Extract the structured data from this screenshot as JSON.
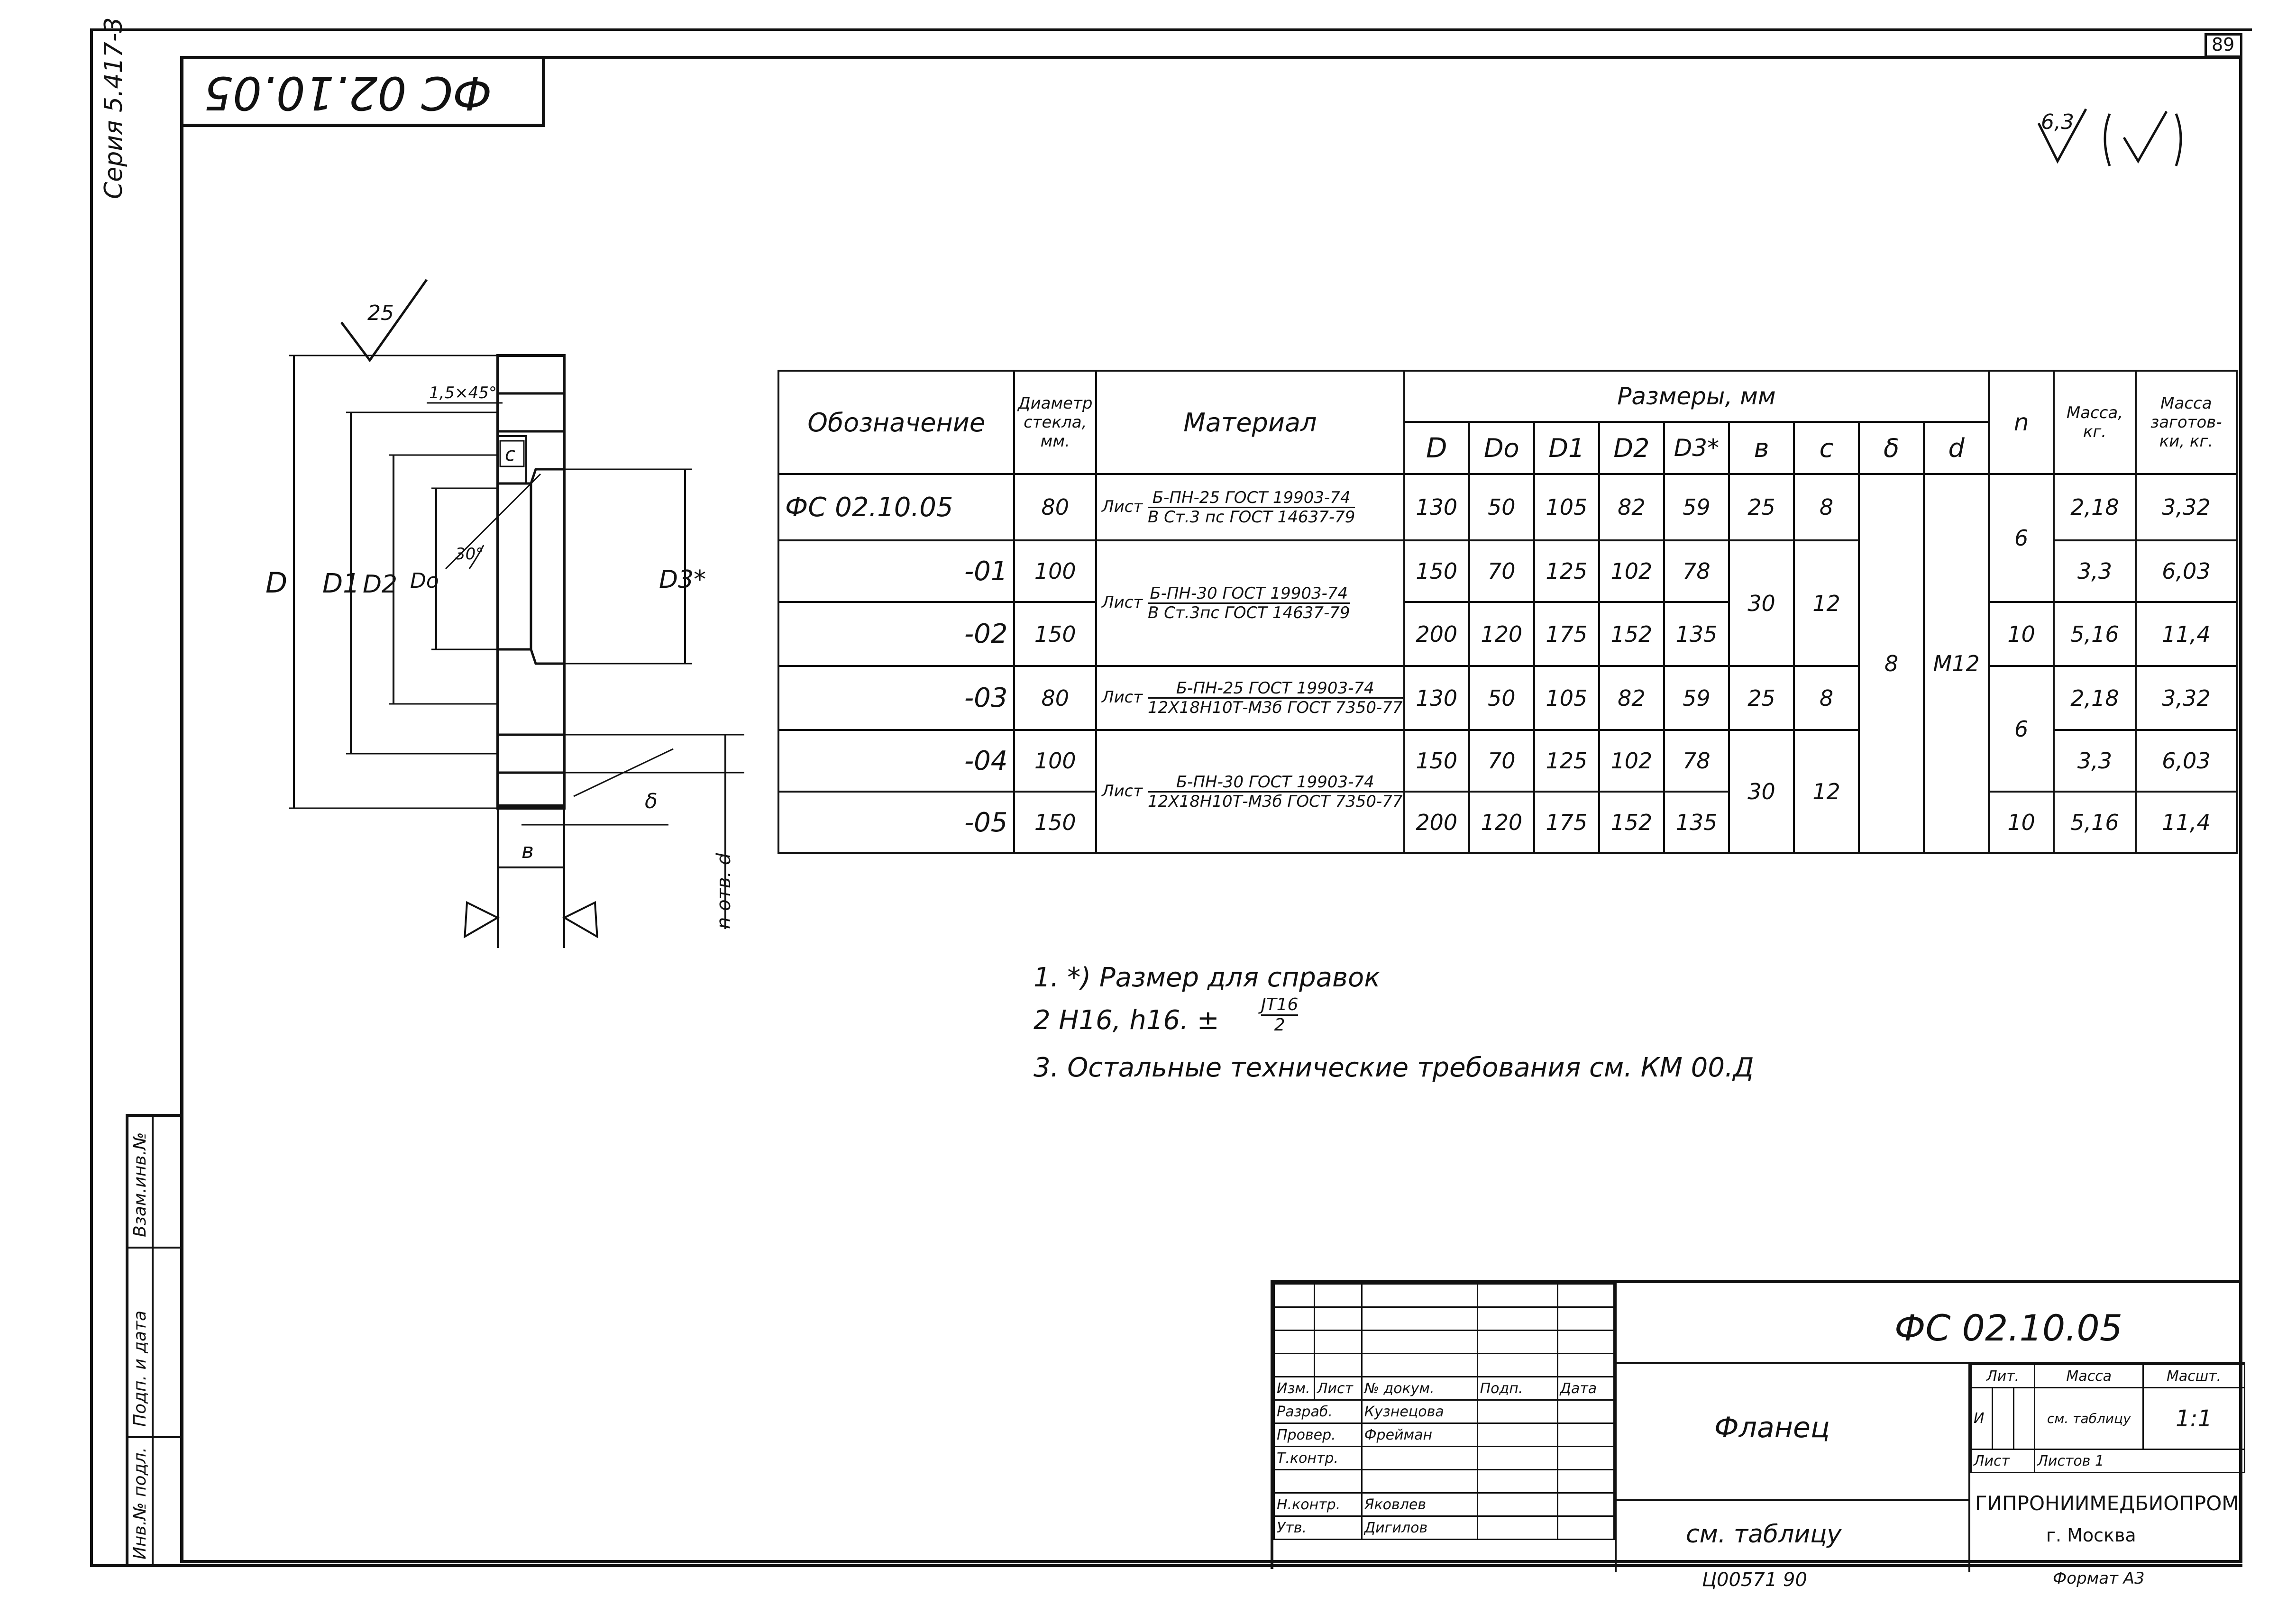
{
  "sheet": {
    "page_number": "89",
    "series": "Серия  5.417-3",
    "stamp_code_rotated": "ФС 02.10.05",
    "roughness_general": "6,3",
    "roughness_symbol": "(√)"
  },
  "left_margin_columns": [
    "Инв.№ подл.",
    "Подп. и дата",
    "Взам.инв.№"
  ],
  "drawing": {
    "roughness_surface": "25",
    "chamfer": "1,5×45°",
    "dim_D": "D",
    "dim_D1": "D1",
    "dim_D2": "D2",
    "dim_Do": "Do",
    "dim_D3": "D3*",
    "label_c": "c",
    "angle": "30°",
    "dim_delta": "δ",
    "dim_b": "в",
    "holes": "n отв. d"
  },
  "table": {
    "header": {
      "designation": "Обозначение",
      "glass_diameter": [
        "Диаметр",
        "стекла,",
        "мм."
      ],
      "material": "Материал",
      "dimensions": "Размеры, мм",
      "dims": [
        "D",
        "Do",
        "D1",
        "D2",
        "D3*",
        "в",
        "c",
        "δ",
        "d"
      ],
      "n": "n",
      "mass": [
        "Масса,",
        "кг."
      ],
      "blank_mass": [
        "Масса",
        "заготов-",
        "ки, кг."
      ]
    },
    "rows": [
      {
        "designation": "ФС 02.10.05",
        "glass": "80",
        "mat_top": "Б-ПН-25 ГОСТ 19903-74",
        "mat_bottom": "В Ст.3 пс ГОСТ 14637-79",
        "mat_prefix": "Лист",
        "D": "130",
        "Do": "50",
        "D1": "105",
        "D2": "82",
        "D3": "59",
        "b": "25",
        "c": "8",
        "n": "6",
        "mass": "2,18",
        "blank": "3,32"
      },
      {
        "designation": "-01",
        "glass": "100",
        "mat_top": "Б-ПН-30 ГОСТ 19903-74",
        "mat_bottom": "В Ст.3пс ГОСТ 14637-79",
        "mat_prefix": "Лист",
        "D": "150",
        "Do": "70",
        "D1": "125",
        "D2": "102",
        "D3": "78",
        "b": "30",
        "c": "12",
        "n": "",
        "mass": "3,3",
        "blank": "6,03"
      },
      {
        "designation": "-02",
        "glass": "150",
        "D": "200",
        "Do": "120",
        "D1": "175",
        "D2": "152",
        "D3": "135",
        "n": "10",
        "mass": "5,16",
        "blank": "11,4"
      },
      {
        "designation": "-03",
        "glass": "80",
        "mat_top": "Б-ПН-25 ГОСТ 19903-74",
        "mat_bottom": "12Х18Н10Т-М3б ГОСТ 7350-77",
        "mat_prefix": "Лист",
        "D": "130",
        "Do": "50",
        "D1": "105",
        "D2": "82",
        "D3": "59",
        "b": "25",
        "c": "8",
        "n": "6",
        "mass": "2,18",
        "blank": "3,32"
      },
      {
        "designation": "-04",
        "glass": "100",
        "mat_top": "Б-ПН-30 ГОСТ 19903-74",
        "mat_bottom": "12Х18Н10Т-М3б ГОСТ 7350-77",
        "mat_prefix": "Лист",
        "D": "150",
        "Do": "70",
        "D1": "125",
        "D2": "102",
        "D3": "78",
        "b": "30",
        "c": "12",
        "n": "",
        "mass": "3,3",
        "blank": "6,03"
      },
      {
        "designation": "-05",
        "glass": "150",
        "D": "200",
        "Do": "120",
        "D1": "175",
        "D2": "152",
        "D3": "135",
        "n": "10",
        "mass": "5,16",
        "blank": "11,4"
      }
    ],
    "shared_delta": "8",
    "shared_d": "M12"
  },
  "notes": [
    "1.  *) Размер для справок",
    "2   H16,  h16.  ±",
    "3.  Остальные технические требования см. КМ 00.Д"
  ],
  "note2_fraction": {
    "num": "JT16",
    "den": "2"
  },
  "title_block": {
    "code": "ФС 02.10.05",
    "name": "Фланец",
    "material": "см. таблицу",
    "header_labels": [
      "Изм.",
      "Лист",
      "№ докум.",
      "Подп.",
      "Дата"
    ],
    "roles": [
      {
        "role": "Разраб.",
        "name": "Кузнецова"
      },
      {
        "role": "Провер.",
        "name": "Фрейман"
      },
      {
        "role": "Т.контр.",
        "name": ""
      },
      {
        "role": "",
        "name": ""
      },
      {
        "role": "Н.контр.",
        "name": "Яковлев"
      },
      {
        "role": "Утв.",
        "name": "Дигилов"
      }
    ],
    "lit": "Лит.",
    "mass": "Масса",
    "scale": "Масшт.",
    "lit_value": "И",
    "mass_value": "см. таблицу",
    "scale_value": "1:1",
    "sheet": "Лист",
    "sheets": "Листов  1",
    "org": "ГИПРОНИИМЕДБИОПРОМ",
    "city": "г. Москва",
    "inventory": "Ц00571   90",
    "format": "Формат  А3"
  }
}
